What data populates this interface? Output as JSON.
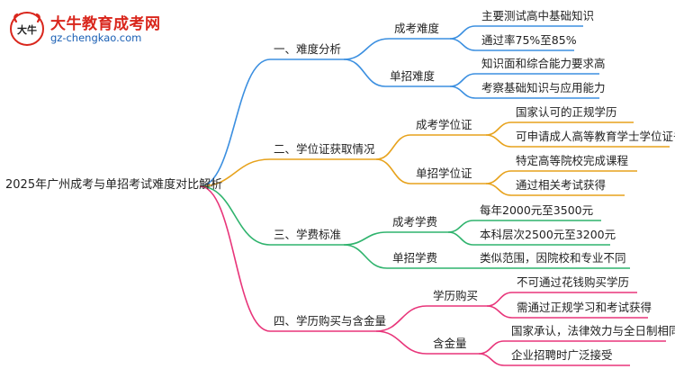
{
  "logo": {
    "title": "大牛教育成考网",
    "url": "gz-chengkao.com",
    "mark_text": "大牛"
  },
  "colors": {
    "branch1": "#3b8fe0",
    "branch2": "#e7a21c",
    "branch3": "#2fb36d",
    "branch4": "#e8357a",
    "brand_red": "#d9261c",
    "brand_blue": "#1a5fb4"
  },
  "mindmap": {
    "root": "2025年广州成考与单招考试难度对比解析",
    "branches": [
      {
        "label": "一、难度分析",
        "children": [
          {
            "label": "成考难度",
            "leaves": [
              "主要测试高中基础知识",
              "通过率75%至85%"
            ]
          },
          {
            "label": "单招难度",
            "leaves": [
              "知识面和综合能力要求高",
              "考察基础知识与应用能力"
            ]
          }
        ]
      },
      {
        "label": "二、学位证获取情况",
        "children": [
          {
            "label": "成考学位证",
            "leaves": [
              "国家认可的正规学历",
              "可申请成人高等教育学士学位证书"
            ]
          },
          {
            "label": "单招学位证",
            "leaves": [
              "特定高等院校完成课程",
              "通过相关考试获得"
            ]
          }
        ]
      },
      {
        "label": "三、学费标准",
        "children": [
          {
            "label": "成考学费",
            "leaves": [
              "每年2000元至3500元",
              "本科层次2500元至3200元"
            ]
          },
          {
            "label": "单招学费",
            "leaves": [
              "类似范围，因院校和专业不同"
            ]
          }
        ]
      },
      {
        "label": "四、学历购买与含金量",
        "children": [
          {
            "label": "学历购买",
            "leaves": [
              "不可通过花钱购买学历",
              "需通过正规学习和考试获得"
            ]
          },
          {
            "label": "含金量",
            "leaves": [
              "国家承认，法律效力与全日制相同",
              "企业招聘时广泛接受"
            ]
          }
        ]
      }
    ]
  }
}
